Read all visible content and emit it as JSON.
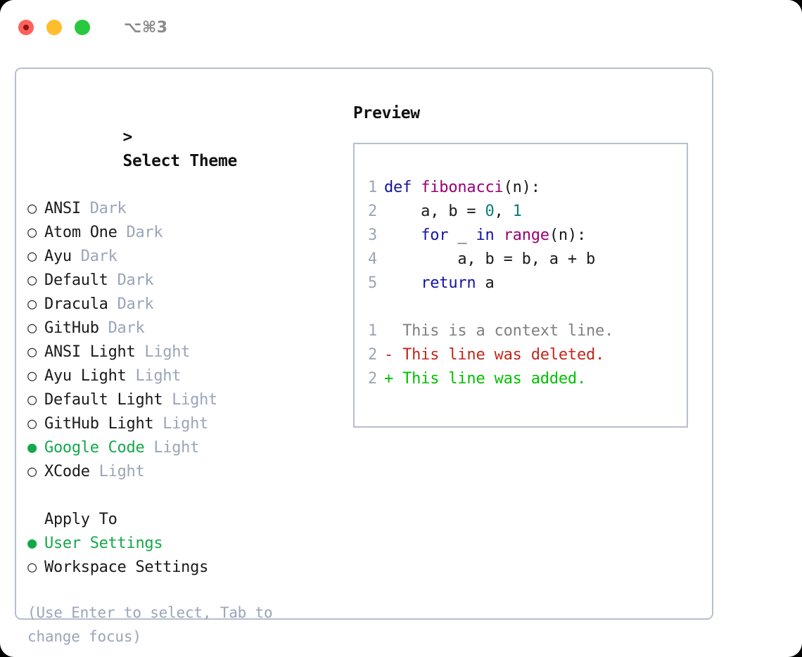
{
  "window": {
    "shortcut_label": "⌥⌘3",
    "traffic_lights": [
      {
        "name": "close",
        "color": "#ff6159"
      },
      {
        "name": "minimize",
        "color": "#ffbd2e"
      },
      {
        "name": "maximize",
        "color": "#28c840"
      }
    ]
  },
  "theme_picker": {
    "caret": ">",
    "title": "Select Theme",
    "bullet_on": "●",
    "bullet_off": "○",
    "selected_theme": "Google Code",
    "accent_color": "#14a84a",
    "items": [
      {
        "name": "ANSI",
        "kind": "Dark",
        "selected": false
      },
      {
        "name": "Atom One",
        "kind": "Dark",
        "selected": false
      },
      {
        "name": "Ayu",
        "kind": "Dark",
        "selected": false
      },
      {
        "name": "Default",
        "kind": "Dark",
        "selected": false
      },
      {
        "name": "Dracula",
        "kind": "Dark",
        "selected": false
      },
      {
        "name": "GitHub",
        "kind": "Dark",
        "selected": false
      },
      {
        "name": "ANSI Light",
        "kind": "Light",
        "selected": false
      },
      {
        "name": "Ayu Light",
        "kind": "Light",
        "selected": false
      },
      {
        "name": "Default Light",
        "kind": "Light",
        "selected": false
      },
      {
        "name": "GitHub Light",
        "kind": "Light",
        "selected": false
      },
      {
        "name": "Google Code",
        "kind": "Light",
        "selected": true
      },
      {
        "name": "XCode",
        "kind": "Light",
        "selected": false
      }
    ]
  },
  "apply_to": {
    "title": "Apply To",
    "selected": "User Settings",
    "options": [
      {
        "name": "User Settings",
        "selected": true
      },
      {
        "name": "Workspace Settings",
        "selected": false
      }
    ]
  },
  "hint": {
    "text": "(Use Enter to select, Tab to change focus)"
  },
  "preview": {
    "title": "Preview",
    "code": [
      {
        "ln": "1",
        "tokens": [
          {
            "t": "def ",
            "c": "kw"
          },
          {
            "t": "fibonacci",
            "c": "fn"
          },
          {
            "t": "(n):",
            "c": "txt"
          }
        ]
      },
      {
        "ln": "2",
        "tokens": [
          {
            "t": "    a, b = ",
            "c": "txt"
          },
          {
            "t": "0",
            "c": "num"
          },
          {
            "t": ", ",
            "c": "txt"
          },
          {
            "t": "1",
            "c": "num"
          }
        ]
      },
      {
        "ln": "3",
        "tokens": [
          {
            "t": "    ",
            "c": "txt"
          },
          {
            "t": "for",
            "c": "kw"
          },
          {
            "t": " _ ",
            "c": "txt"
          },
          {
            "t": "in",
            "c": "kw"
          },
          {
            "t": " ",
            "c": "txt"
          },
          {
            "t": "range",
            "c": "fn"
          },
          {
            "t": "(n):",
            "c": "txt"
          }
        ]
      },
      {
        "ln": "4",
        "tokens": [
          {
            "t": "        a, b = b, a + b",
            "c": "txt"
          }
        ]
      },
      {
        "ln": "5",
        "tokens": [
          {
            "t": "    ",
            "c": "txt"
          },
          {
            "t": "return",
            "c": "kw"
          },
          {
            "t": " a",
            "c": "txt"
          }
        ]
      }
    ],
    "diff": [
      {
        "ln": "1",
        "marker": "  ",
        "text": "This is a context line.",
        "kind": "ctx"
      },
      {
        "ln": "2",
        "marker": "- ",
        "text": "This line was deleted.",
        "kind": "del"
      },
      {
        "ln": "2",
        "marker": "+ ",
        "text": "This line was added.",
        "kind": "add"
      }
    ]
  }
}
